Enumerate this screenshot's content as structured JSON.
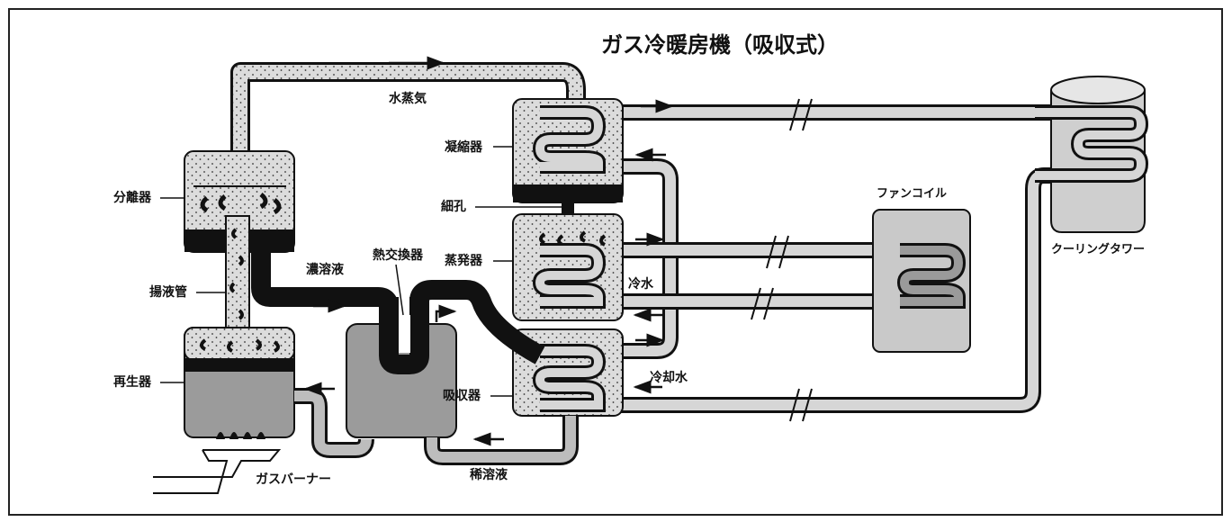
{
  "title": "ガス冷暖房機（吸収式）",
  "labels": {
    "water_vapor": "水蒸気",
    "condenser": "凝縮器",
    "orifice": "細孔",
    "evaporator": "蒸発器",
    "absorber": "吸収器",
    "separator": "分離器",
    "lift_pipe": "揚液管",
    "regenerator": "再生器",
    "concentrated_solution": "濃溶液",
    "heat_exchanger": "熱交換器",
    "dilute_solution": "稀溶液",
    "gas_burner": "ガスバーナー",
    "chilled_water": "冷水",
    "cooling_water": "冷却水",
    "fan_coil": "ファンコイル",
    "cooling_tower": "クーリングタワー"
  }
}
